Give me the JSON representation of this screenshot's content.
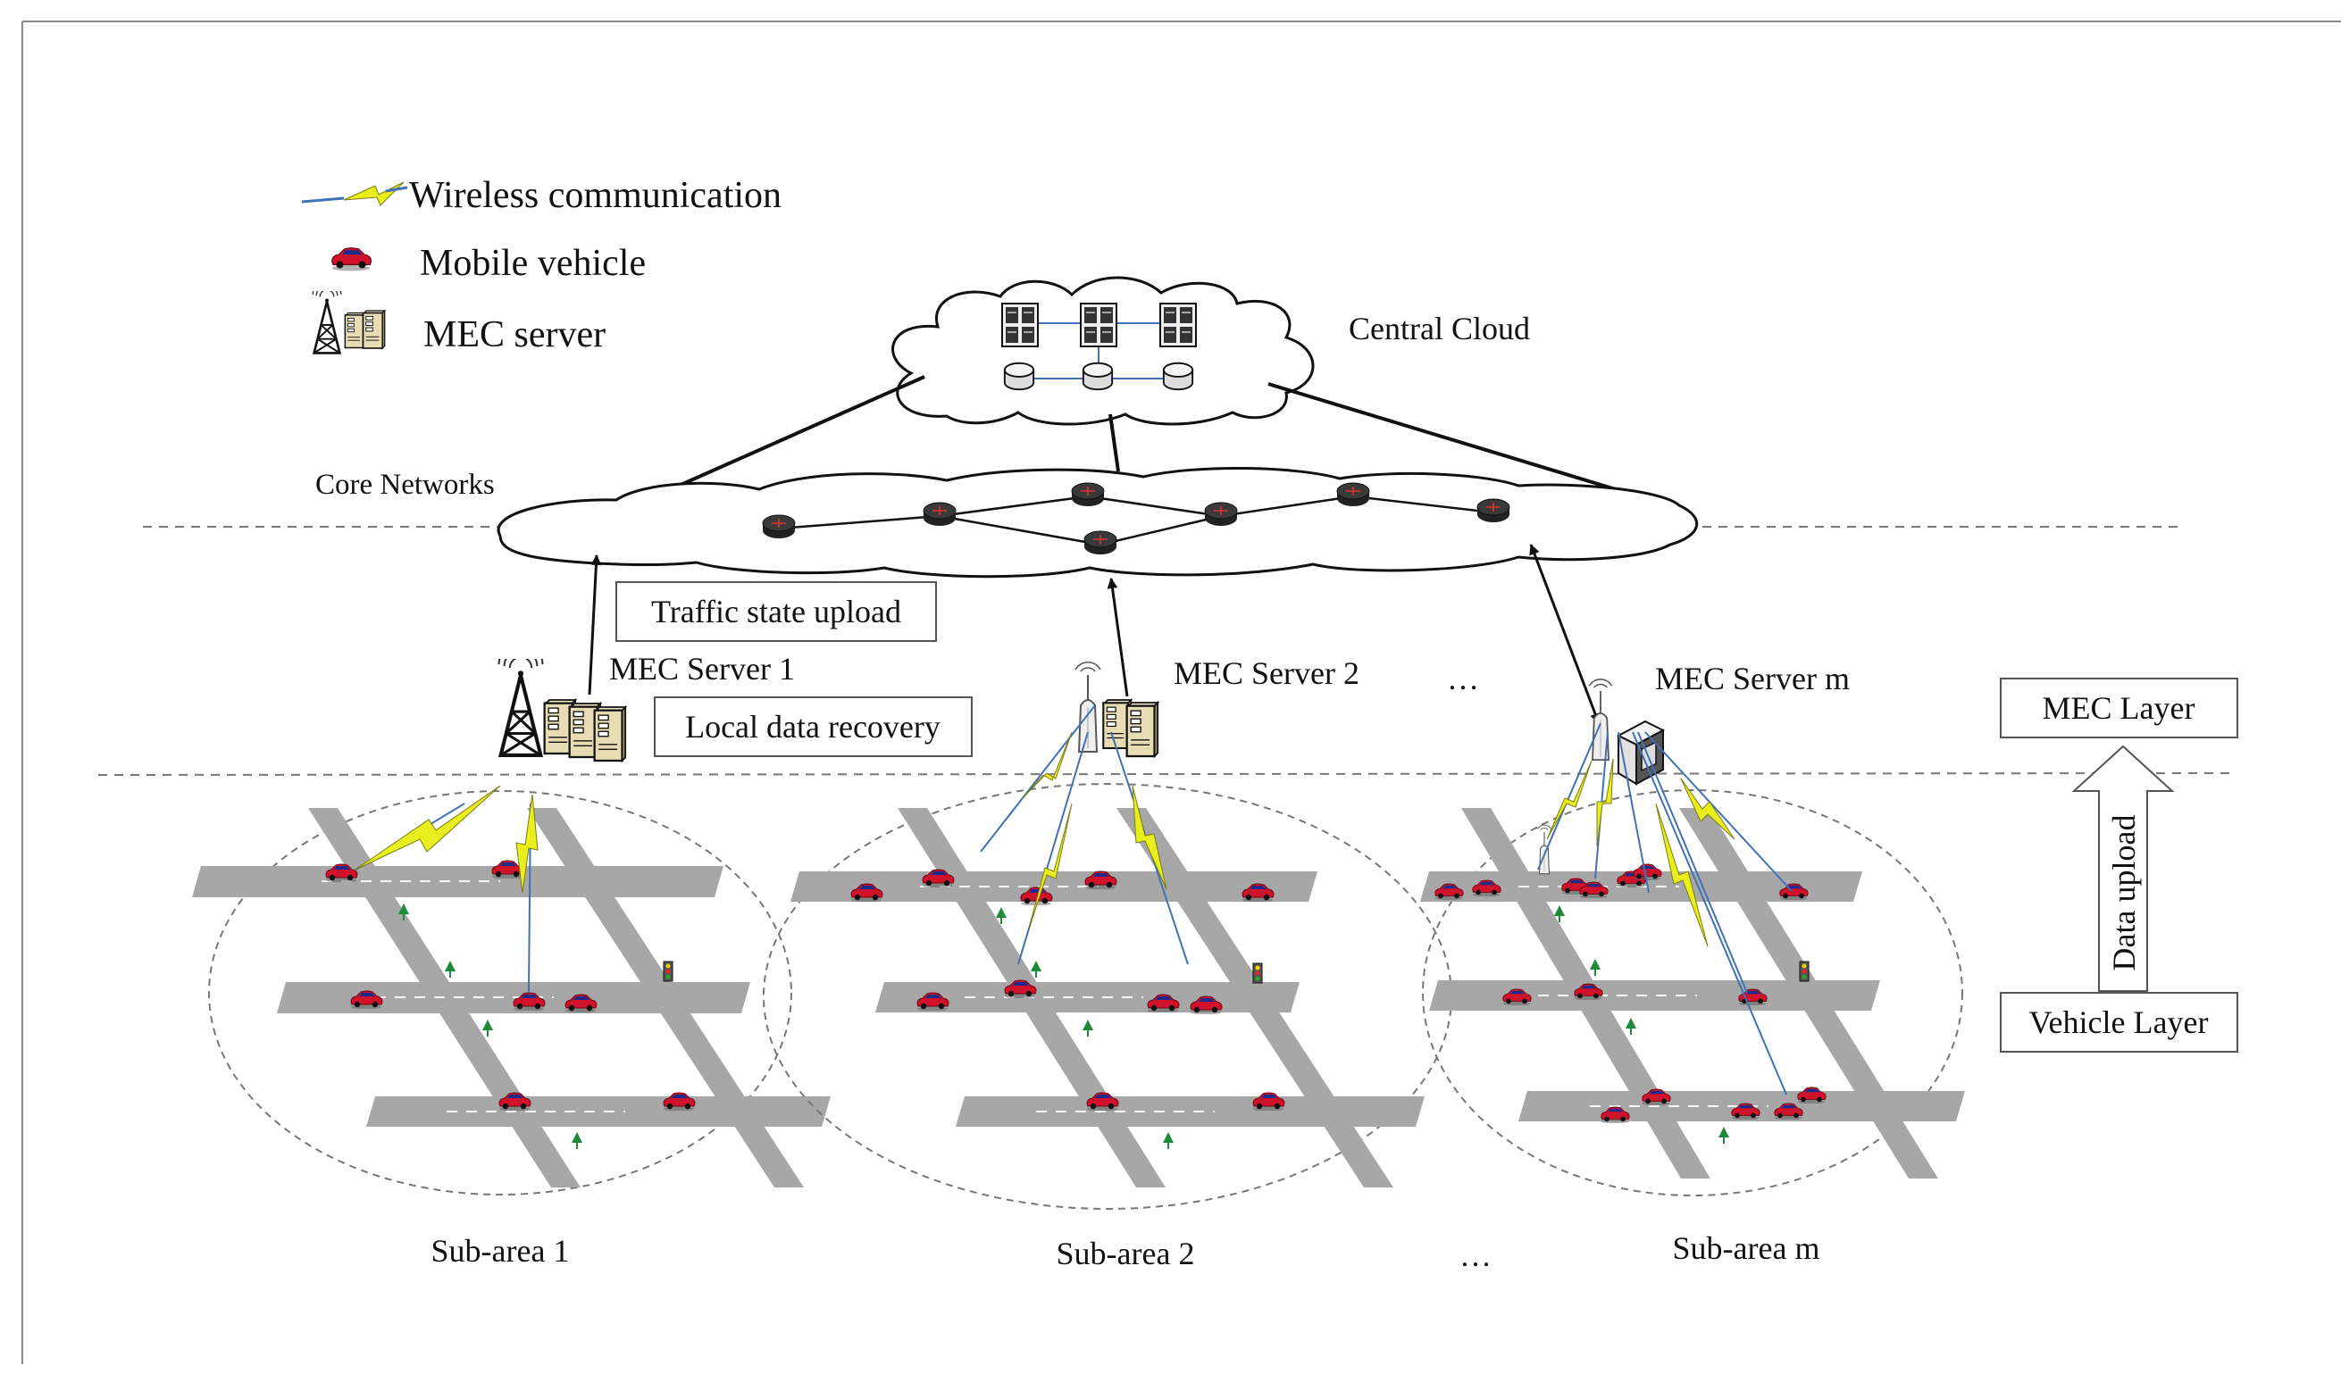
{
  "legend": {
    "wireless_label": "Wireless communication",
    "vehicle_label": "Mobile vehicle",
    "mec_label": "MEC server"
  },
  "cloud": {
    "label": "Central Cloud"
  },
  "core": {
    "label": "Core Networks"
  },
  "boxes": {
    "traffic_upload": "Traffic state upload",
    "local_recovery": "Local data recovery"
  },
  "servers": [
    {
      "label": "MEC Server 1"
    },
    {
      "label": "MEC Server 2"
    },
    {
      "label": "MEC Server m"
    }
  ],
  "ellipsis": "…",
  "subareas": [
    {
      "label": "Sub-area 1"
    },
    {
      "label": "Sub-area 2"
    },
    {
      "label": "Sub-area m"
    }
  ],
  "layers": {
    "mec_layer": "MEC Layer",
    "vehicle_layer": "Vehicle Layer",
    "arrow_label": "Data upload"
  },
  "colors": {
    "road": "#a7a7a7",
    "car": "#d0122b",
    "car_glass": "#1c2a8c",
    "wireless": "#e9ee1f",
    "tree": "#1f8a3a",
    "link": "#3f72b6"
  }
}
